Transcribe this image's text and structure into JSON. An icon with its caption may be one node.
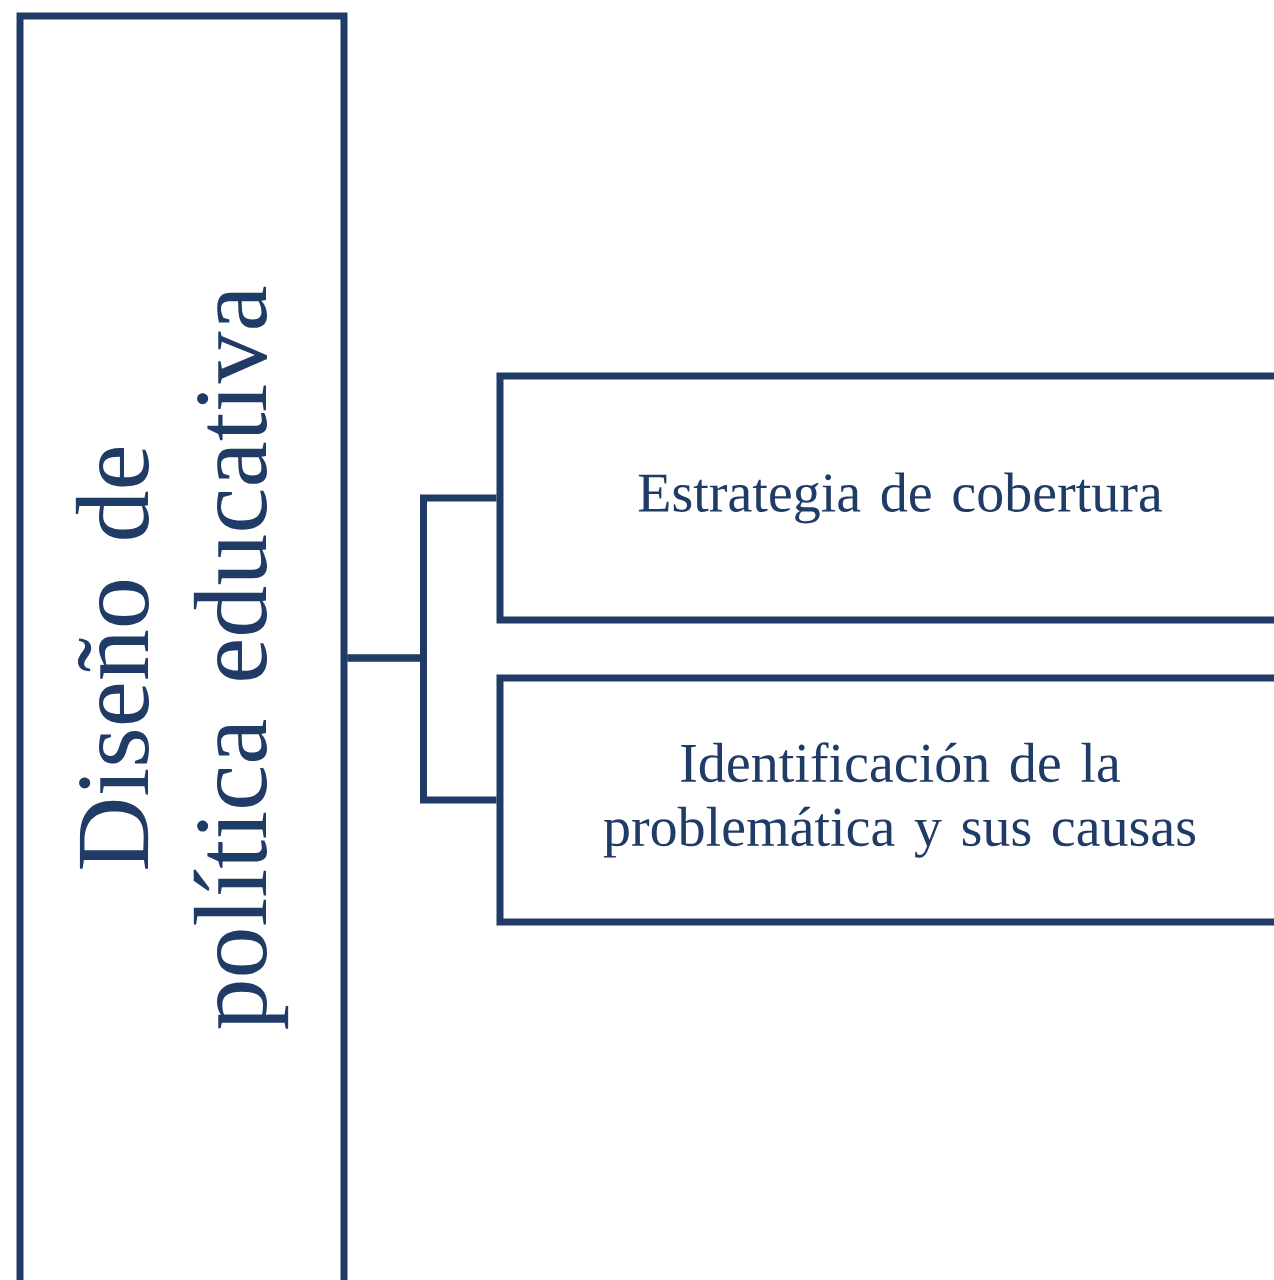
{
  "diagram": {
    "nodes": [
      {
        "text": [
          "Diseño de política educativa"
        ]
      },
      {
        "text": [
          "Estrategia de cobertura"
        ]
      },
      {
        "text": [
          "Identificación de la problemática y sus causas"
        ]
      }
    ],
    "edges": [
      {
        "from": 0,
        "to": 1,
        "arrow": "none"
      },
      {
        "from": 0,
        "to": 2,
        "arrow": "none"
      }
    ]
  }
}
